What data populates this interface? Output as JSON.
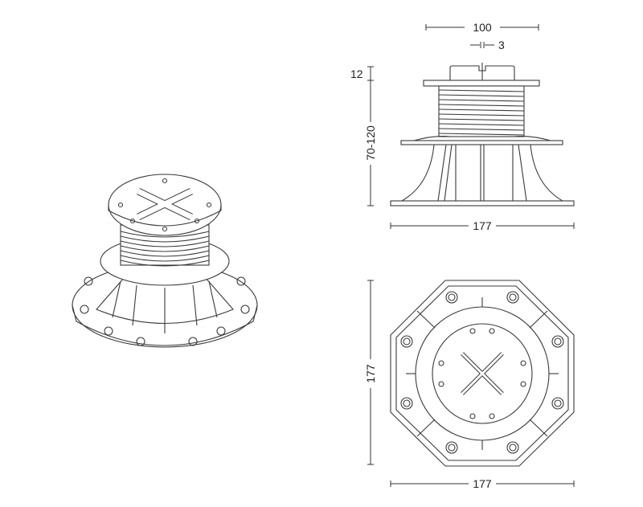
{
  "dimensions": {
    "top_width": "100",
    "slot_width": "3",
    "head_height": "12",
    "height_range": "70-120",
    "side_base_width": "177",
    "plan_height": "177",
    "plan_width": "177"
  },
  "colors": {
    "line": "#3a3a3a",
    "background": "#ffffff"
  }
}
